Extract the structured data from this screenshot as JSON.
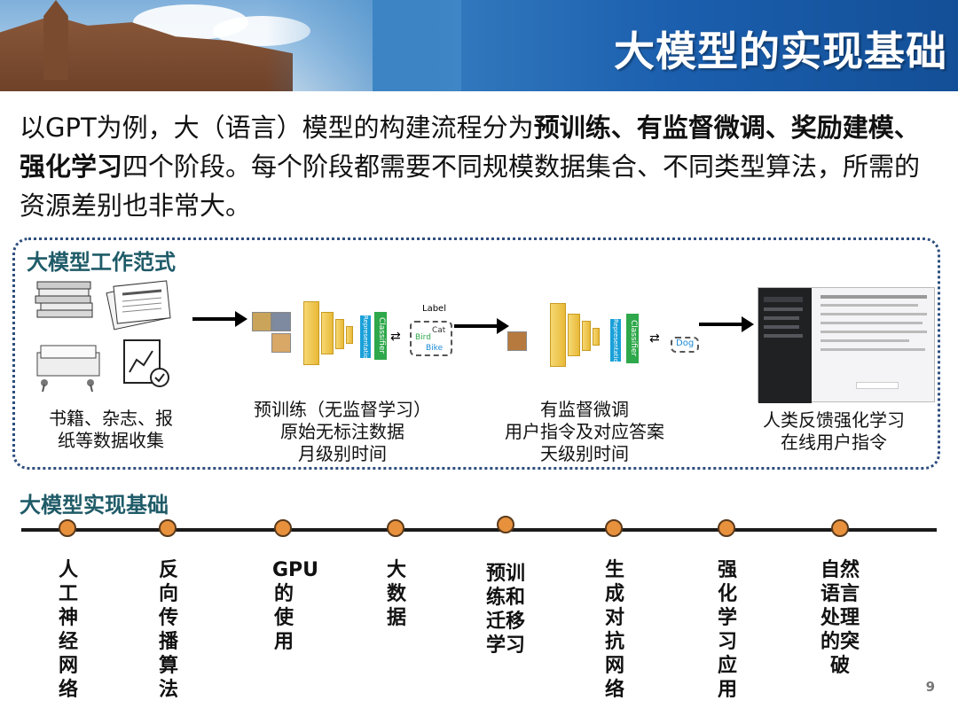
{
  "header": {
    "title": "大模型的实现基础"
  },
  "intro": {
    "part1": "以GPT为例，大（语言）模型的构建流程分为",
    "bold1": "预训练、有监督微调、奖励建模、强化学习",
    "part2": "四个阶段。每个阶段都需要不同规模数据集合、不同类型算法，所需的资源差别也非常大。"
  },
  "paradigm": {
    "title": "大模型工作范式",
    "stages": [
      {
        "line1": "书籍、杂志、报",
        "line2": "纸等数据收集",
        "line3": ""
      },
      {
        "line1": "预训练（无监督学习）",
        "line2": "原始无标注数据",
        "line3": "月级别时间"
      },
      {
        "line1": "有监督微调",
        "line2": "用户指令及对应答案",
        "line3": "天级别时间"
      },
      {
        "line1": "人类反馈强化学习",
        "line2": "在线用户指令",
        "line3": ""
      }
    ],
    "diagram1": {
      "label": "Label",
      "cat": "Cat",
      "bird": "Bird",
      "bike": "Bike",
      "rep": "Representation",
      "cls": "Classifier"
    },
    "diagram2": {
      "dog": "Dog",
      "rep": "Representation",
      "cls": "Classifier"
    }
  },
  "foundation": {
    "title": "大模型实现基础",
    "items": [
      {
        "text": "人工神经网络"
      },
      {
        "text": "反向传播算法"
      },
      {
        "text": "GPU的使用"
      },
      {
        "text": "大数据"
      },
      {
        "text": "预训练和迁移学习"
      },
      {
        "text": "生成对抗网络"
      },
      {
        "text": "强化学习应用"
      },
      {
        "text": "自然语言处理的突破"
      }
    ]
  },
  "page_number": "9",
  "colors": {
    "accent": "#1f5b68",
    "dot": "#e8913d",
    "banner": "#1b5fae"
  }
}
